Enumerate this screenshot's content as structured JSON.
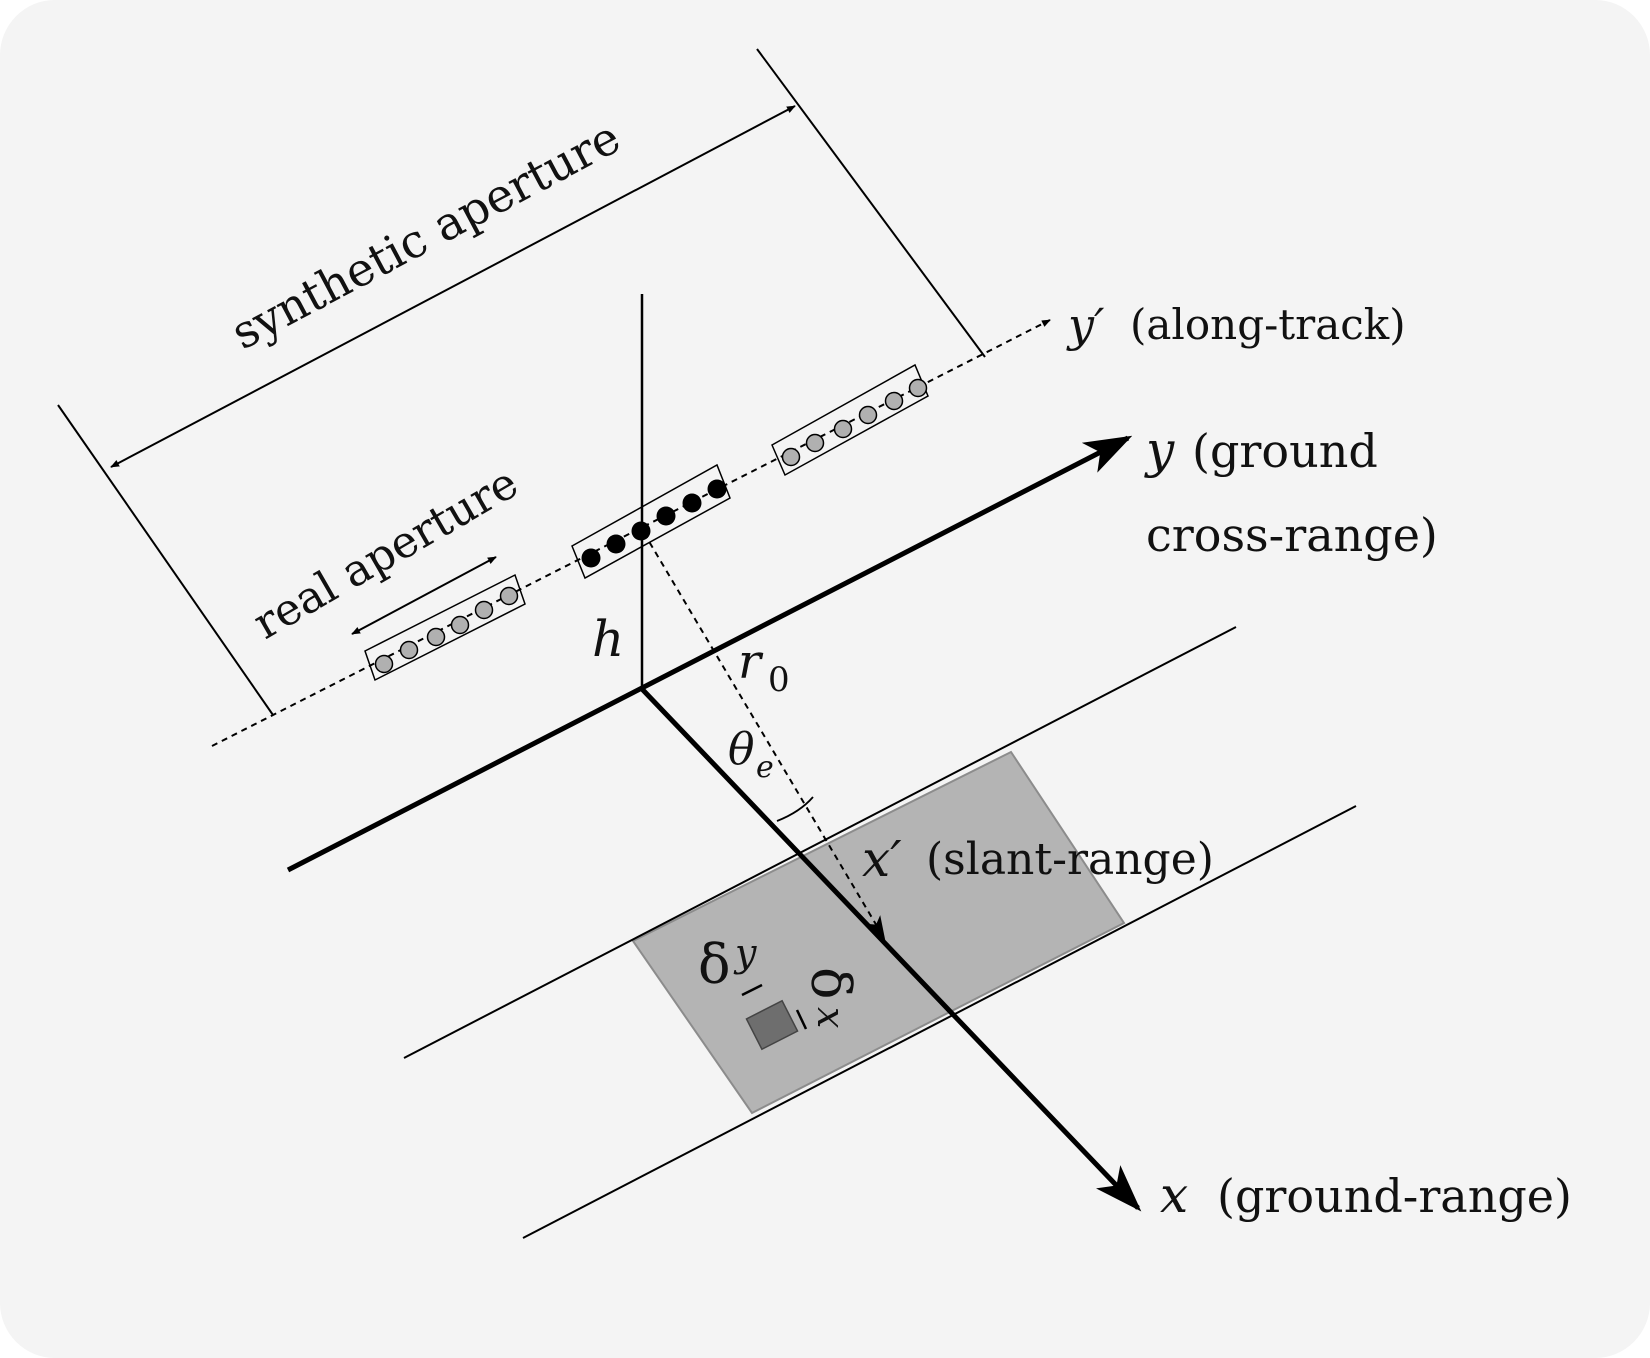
{
  "labels": {
    "synthetic_aperture": "synthetic aperture",
    "real_aperture": "real aperture",
    "y_prime": "y′",
    "along_track": "(along-track)",
    "y": "y",
    "ground_line1": "(ground",
    "ground_line2": "cross-range)",
    "h": "h",
    "r0_base": "r",
    "r0_sub": "0",
    "theta_base": "θ",
    "theta_sub": "e",
    "x_prime": "x′",
    "slant_range": "(slant-range)",
    "delta_y_base": "δ",
    "delta_y_sub": "y",
    "delta_x_base": "δ",
    "delta_x_sub": "x",
    "x": "x",
    "ground_range": "(ground-range)"
  },
  "colors": {
    "background": "#f4f4f4",
    "swath_fill": "#b4b4b4",
    "resolution_cell": "#6e6e6e",
    "inactive_element": "#b0b0b0",
    "active_element": "#000000"
  }
}
